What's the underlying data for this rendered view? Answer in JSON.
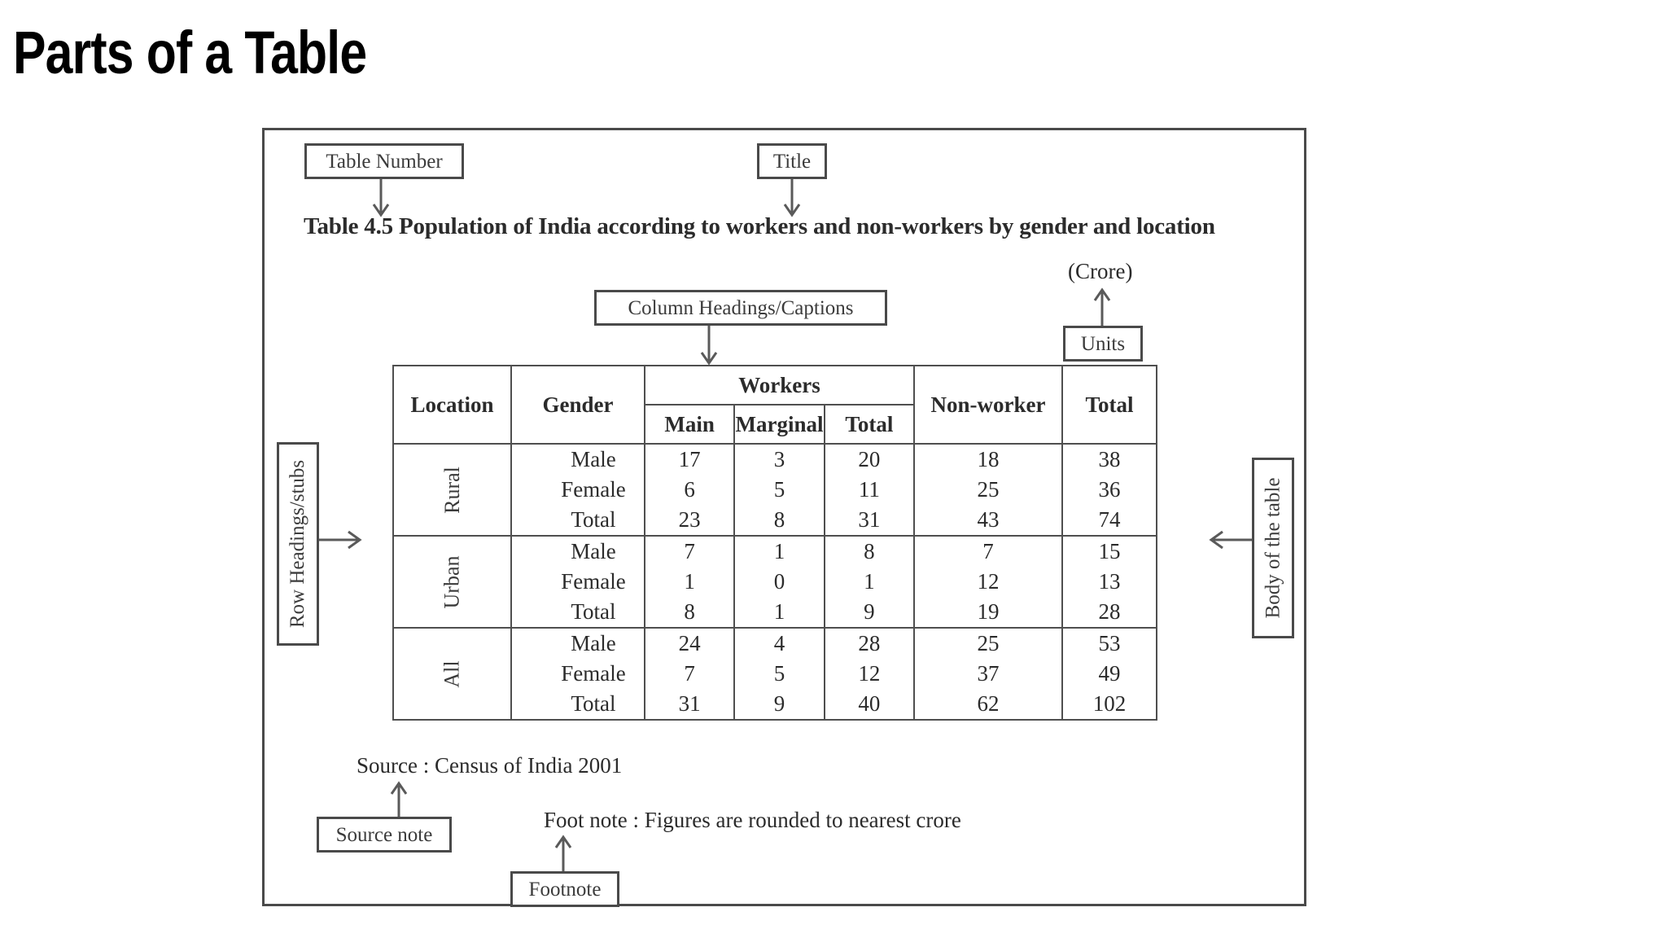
{
  "slide": {
    "title": "Parts of a Table"
  },
  "callouts": {
    "table_number": "Table Number",
    "title": "Title",
    "column_headings": "Column Headings/Captions",
    "units": "Units",
    "row_headings": "Row Headings/stubs",
    "body_of_table": "Body of the table",
    "source_note": "Source note",
    "footnote": "Footnote"
  },
  "figure": {
    "table_number_text": "Table 4.5",
    "title_text": "Population of India according to workers and non-workers by gender and location",
    "caption_full": "Table 4.5  Population of India according to workers and non-workers by gender and location",
    "units_text": "(Crore)",
    "source_text": "Source : Census of India 2001",
    "footnote_text": "Foot note : Figures are rounded to nearest crore"
  },
  "chart_data": {
    "type": "table",
    "title": "Table 4.5  Population of India according to workers and non-workers by gender and location",
    "units": "(Crore)",
    "source": "Source : Census of India 2001",
    "footnote": "Foot note : Figures are rounded to nearest crore",
    "header_groups": [
      {
        "label": "Location",
        "rowspan": 2,
        "colspan": 1
      },
      {
        "label": "Gender",
        "rowspan": 2,
        "colspan": 1
      },
      {
        "label": "Workers",
        "rowspan": 1,
        "colspan": 3
      },
      {
        "label": "Non-worker",
        "rowspan": 2,
        "colspan": 1
      },
      {
        "label": "Total",
        "rowspan": 2,
        "colspan": 1
      }
    ],
    "sub_headers": [
      "Main",
      "Marginal",
      "Total"
    ],
    "columns": [
      "Location",
      "Gender",
      "Main",
      "Marginal",
      "Total",
      "Non-worker",
      "Total"
    ],
    "groups": [
      {
        "location": "Rural",
        "rows": [
          {
            "gender": "Male",
            "main": 17,
            "marginal": 3,
            "workers_total": 20,
            "non_worker": 18,
            "total": 38
          },
          {
            "gender": "Female",
            "main": 6,
            "marginal": 5,
            "workers_total": 11,
            "non_worker": 25,
            "total": 36
          },
          {
            "gender": "Total",
            "main": 23,
            "marginal": 8,
            "workers_total": 31,
            "non_worker": 43,
            "total": 74
          }
        ]
      },
      {
        "location": "Urban",
        "rows": [
          {
            "gender": "Male",
            "main": 7,
            "marginal": 1,
            "workers_total": 8,
            "non_worker": 7,
            "total": 15
          },
          {
            "gender": "Female",
            "main": 1,
            "marginal": 0,
            "workers_total": 1,
            "non_worker": 12,
            "total": 13
          },
          {
            "gender": "Total",
            "main": 8,
            "marginal": 1,
            "workers_total": 9,
            "non_worker": 19,
            "total": 28
          }
        ]
      },
      {
        "location": "All",
        "rows": [
          {
            "gender": "Male",
            "main": 24,
            "marginal": 4,
            "workers_total": 28,
            "non_worker": 25,
            "total": 53
          },
          {
            "gender": "Female",
            "main": 7,
            "marginal": 5,
            "workers_total": 12,
            "non_worker": 37,
            "total": 49
          },
          {
            "gender": "Total",
            "main": 31,
            "marginal": 9,
            "workers_total": 40,
            "non_worker": 62,
            "total": 102
          }
        ]
      }
    ]
  },
  "colors": {
    "ink": "#2b2b2b",
    "frame": "#4a4a4a",
    "arrow": "#5a5a5a",
    "background": "#ffffff"
  }
}
